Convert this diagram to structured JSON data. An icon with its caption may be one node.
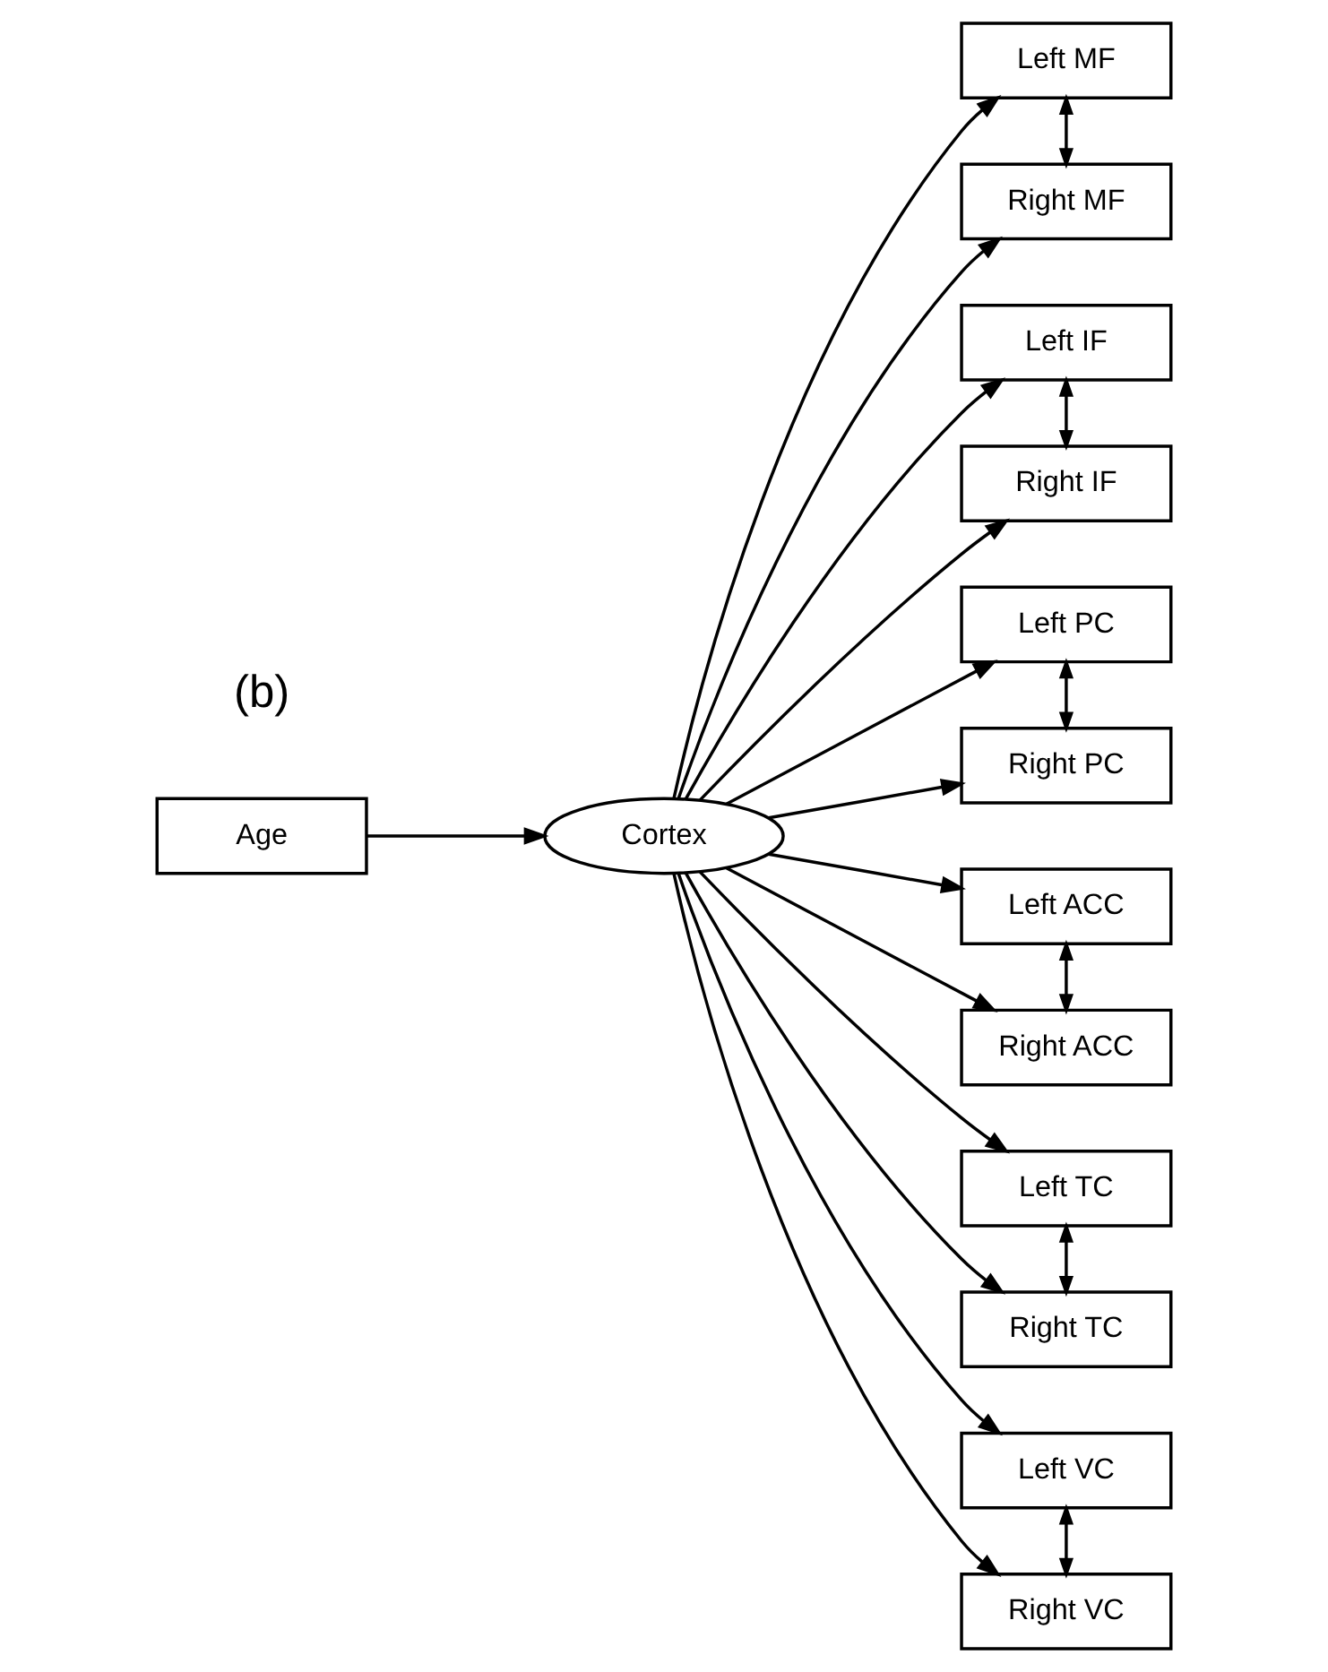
{
  "diagram": {
    "nodes": [
      {
        "text": [
          "Age"
        ]
      },
      {
        "text": [
          "Cortex"
        ]
      },
      {
        "text": [
          "Left MF"
        ]
      },
      {
        "text": [
          "Right MF"
        ]
      },
      {
        "text": [
          "Left IF"
        ]
      },
      {
        "text": [
          "Right IF"
        ]
      },
      {
        "text": [
          "Left PC"
        ]
      },
      {
        "text": [
          "Right PC"
        ]
      },
      {
        "text": [
          "Left ACC"
        ]
      },
      {
        "text": [
          "Right ACC"
        ]
      },
      {
        "text": [
          "Left TC"
        ]
      },
      {
        "text": [
          "Right TC"
        ]
      },
      {
        "text": [
          "Left VC"
        ]
      },
      {
        "text": [
          "Right VC"
        ]
      }
    ],
    "edges": [
      {
        "from": 0,
        "to": 1,
        "arrow": "to"
      },
      {
        "from": 1,
        "to": 2,
        "arrow": "to"
      },
      {
        "from": 1,
        "to": 3,
        "arrow": "to"
      },
      {
        "from": 1,
        "to": 4,
        "arrow": "to"
      },
      {
        "from": 1,
        "to": 5,
        "arrow": "to"
      },
      {
        "from": 1,
        "to": 6,
        "arrow": "to"
      },
      {
        "from": 1,
        "to": 7,
        "arrow": "to"
      },
      {
        "from": 1,
        "to": 8,
        "arrow": "to"
      },
      {
        "from": 1,
        "to": 9,
        "arrow": "to"
      },
      {
        "from": 1,
        "to": 10,
        "arrow": "to"
      },
      {
        "from": 1,
        "to": 11,
        "arrow": "to"
      },
      {
        "from": 1,
        "to": 12,
        "arrow": "to"
      },
      {
        "from": 1,
        "to": 13,
        "arrow": "to"
      },
      {
        "from": 2,
        "to": 3,
        "arrow": "both"
      },
      {
        "from": 4,
        "to": 5,
        "arrow": "both"
      },
      {
        "from": 6,
        "to": 7,
        "arrow": "both"
      },
      {
        "from": 8,
        "to": 9,
        "arrow": "both"
      },
      {
        "from": 10,
        "to": 11,
        "arrow": "both"
      },
      {
        "from": 12,
        "to": 13,
        "arrow": "both"
      }
    ],
    "labels": [
      "(b)"
    ]
  }
}
